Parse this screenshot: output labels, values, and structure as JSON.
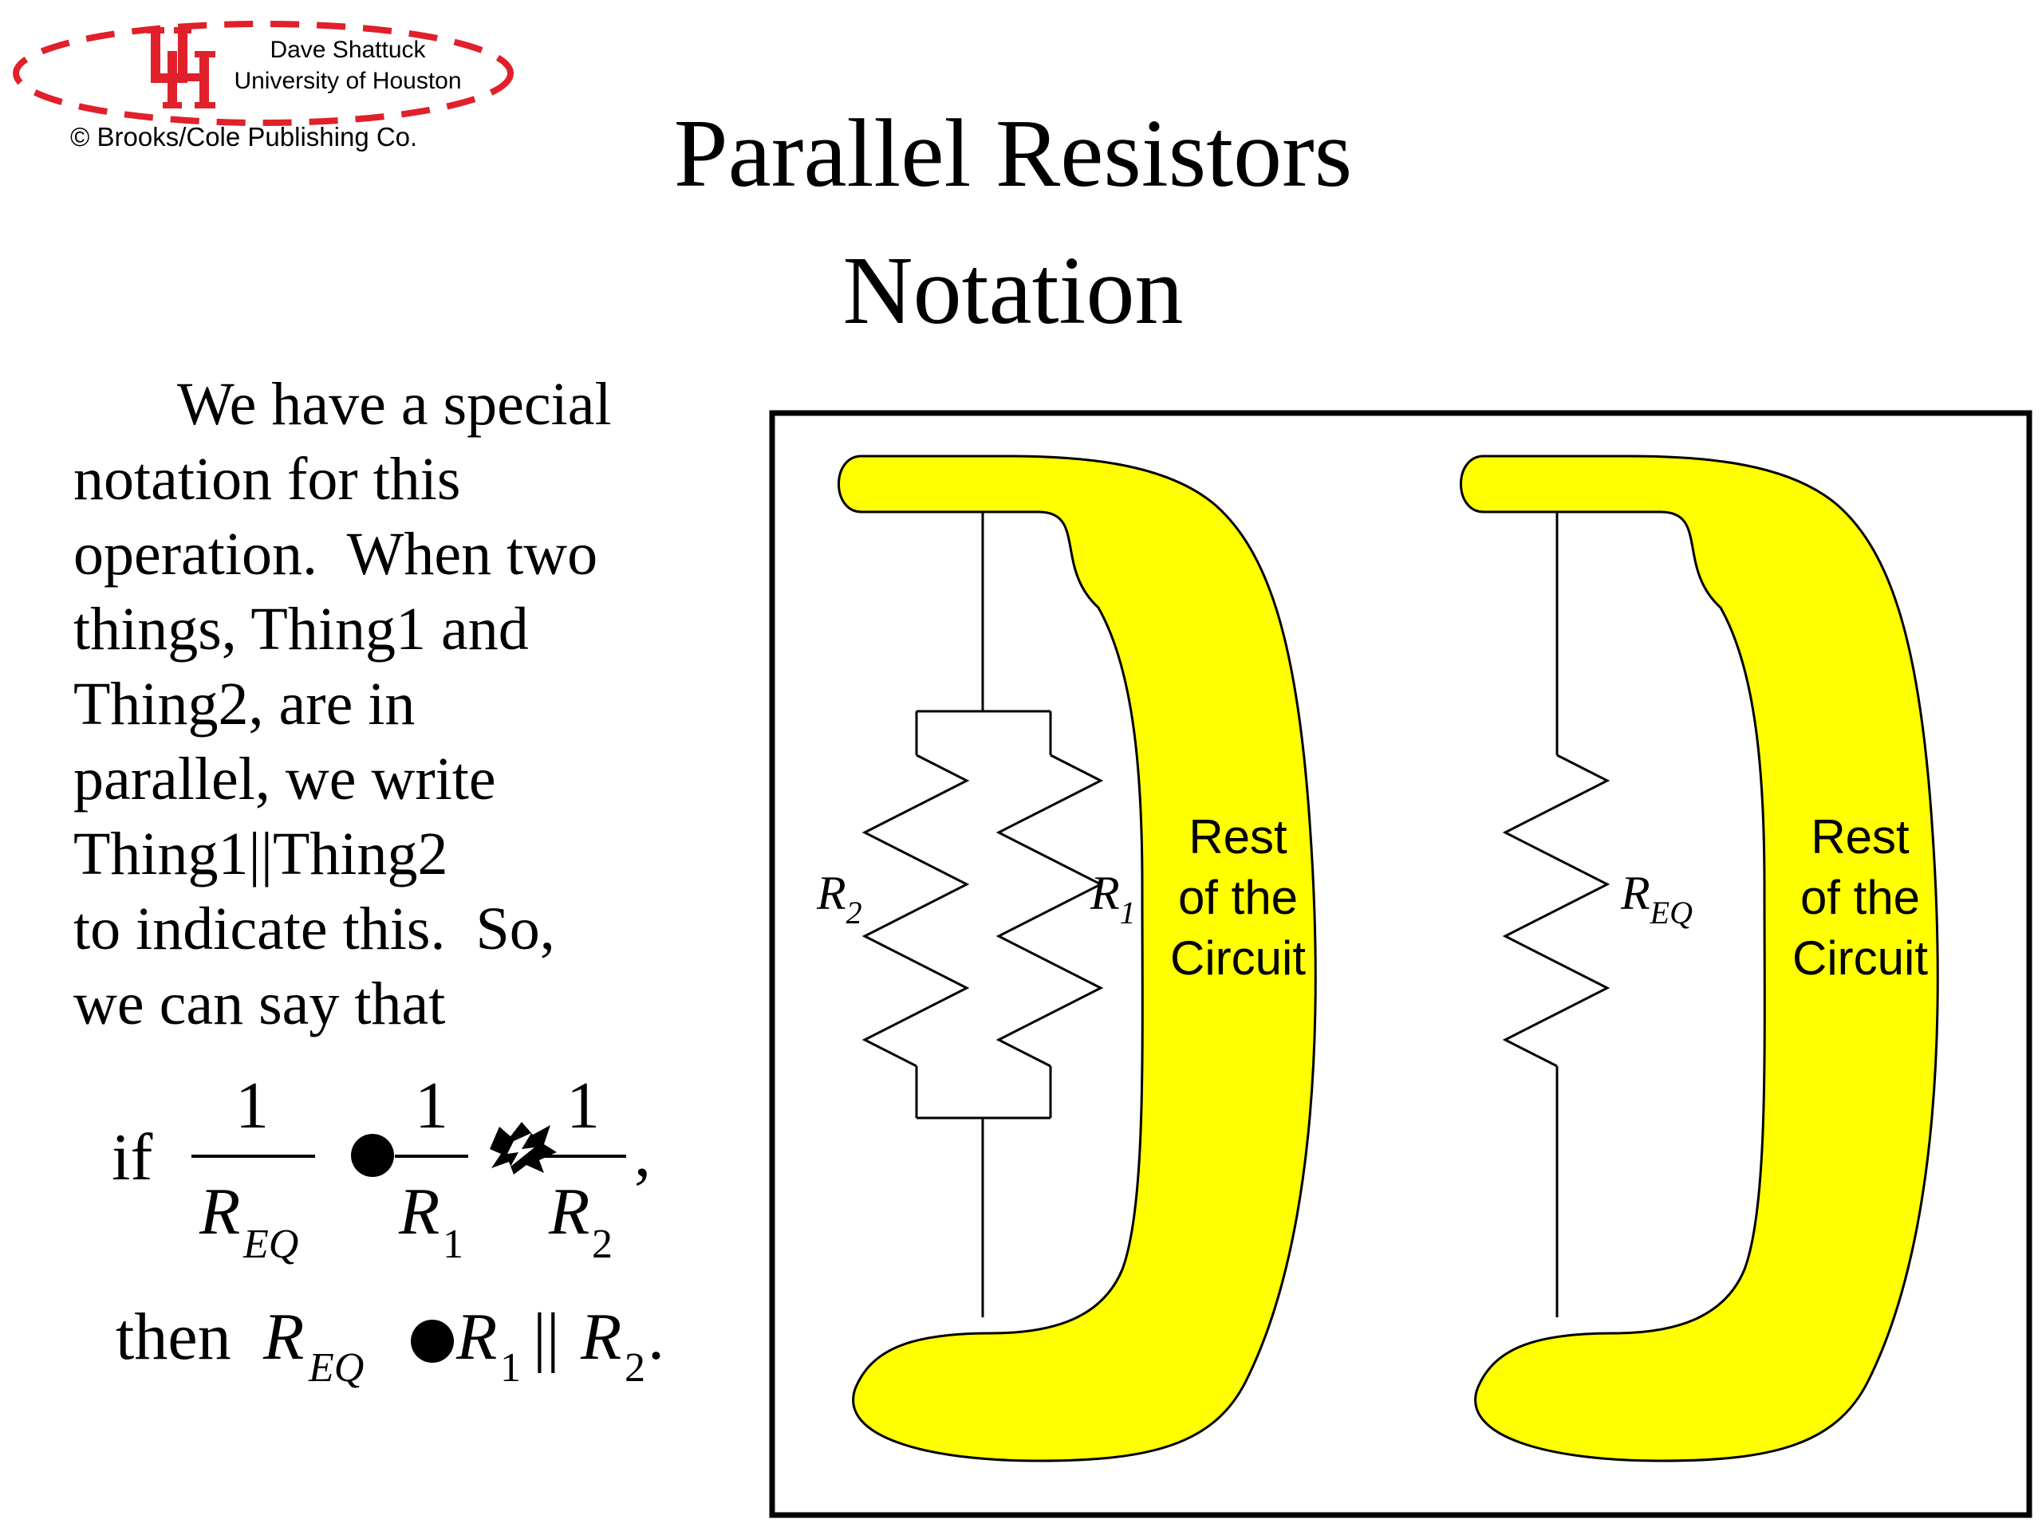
{
  "header": {
    "author_name": "Dave Shattuck",
    "author_affiliation": "University of Houston",
    "copyright": "© Brooks/Cole Publishing Co.",
    "logo_icon": "uh-interlocking-logo",
    "brand_color": "#e0202a"
  },
  "title": {
    "line1": "Parallel Resistors",
    "line2": "Notation"
  },
  "body": {
    "lines": [
      "We have a special",
      "notation for this",
      "operation.  When two",
      "things, Thing1 and",
      "Thing2, are in",
      "parallel, we write",
      "Thing1||Thing2",
      "to indicate this.  So,",
      "we can say that"
    ]
  },
  "equation": {
    "if_word": "if",
    "numerator": "1",
    "r": "R",
    "eq_sub": "EQ",
    "sub1": "1",
    "sub2": "2",
    "comma": ",",
    "then_word": "then",
    "parallel_symbol": "||",
    "period": ".",
    "equals_glyph_icon": "filled-circle-icon",
    "plus_glyph_icon": "broken-glyph-icon"
  },
  "diagram": {
    "blob_color": "#ffff00",
    "left": {
      "blob_lines": [
        "Rest",
        "of the",
        "Circuit"
      ],
      "label_r1": "R",
      "label_r1_sub": "1",
      "label_r2": "R",
      "label_r2_sub": "2"
    },
    "right": {
      "blob_lines": [
        "Rest",
        "of the",
        "Circuit"
      ],
      "label_req": "R",
      "label_req_sub": "EQ"
    }
  }
}
